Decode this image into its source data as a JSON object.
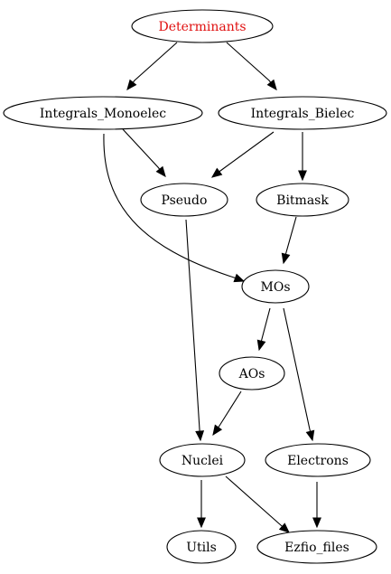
{
  "graph": {
    "nodes": [
      {
        "id": "determinants",
        "label": "Determinants",
        "color": "#e01010"
      },
      {
        "id": "integrals-monoelec",
        "label": "Integrals_Monoelec",
        "color": "#000000"
      },
      {
        "id": "integrals-bielec",
        "label": "Integrals_Bielec",
        "color": "#000000"
      },
      {
        "id": "pseudo",
        "label": "Pseudo",
        "color": "#000000"
      },
      {
        "id": "bitmask",
        "label": "Bitmask",
        "color": "#000000"
      },
      {
        "id": "mos",
        "label": "MOs",
        "color": "#000000"
      },
      {
        "id": "aos",
        "label": "AOs",
        "color": "#000000"
      },
      {
        "id": "nuclei",
        "label": "Nuclei",
        "color": "#000000"
      },
      {
        "id": "electrons",
        "label": "Electrons",
        "color": "#000000"
      },
      {
        "id": "utils",
        "label": "Utils",
        "color": "#000000"
      },
      {
        "id": "ezfio-files",
        "label": "Ezfio_files",
        "color": "#000000"
      }
    ],
    "edges": [
      {
        "from": "determinants",
        "to": "integrals-monoelec"
      },
      {
        "from": "determinants",
        "to": "integrals-bielec"
      },
      {
        "from": "integrals-monoelec",
        "to": "pseudo"
      },
      {
        "from": "integrals-monoelec",
        "to": "mos"
      },
      {
        "from": "integrals-bielec",
        "to": "pseudo"
      },
      {
        "from": "integrals-bielec",
        "to": "bitmask"
      },
      {
        "from": "bitmask",
        "to": "mos"
      },
      {
        "from": "pseudo",
        "to": "nuclei"
      },
      {
        "from": "mos",
        "to": "aos"
      },
      {
        "from": "mos",
        "to": "electrons"
      },
      {
        "from": "aos",
        "to": "nuclei"
      },
      {
        "from": "nuclei",
        "to": "utils"
      },
      {
        "from": "nuclei",
        "to": "ezfio-files"
      },
      {
        "from": "electrons",
        "to": "ezfio-files"
      }
    ]
  }
}
